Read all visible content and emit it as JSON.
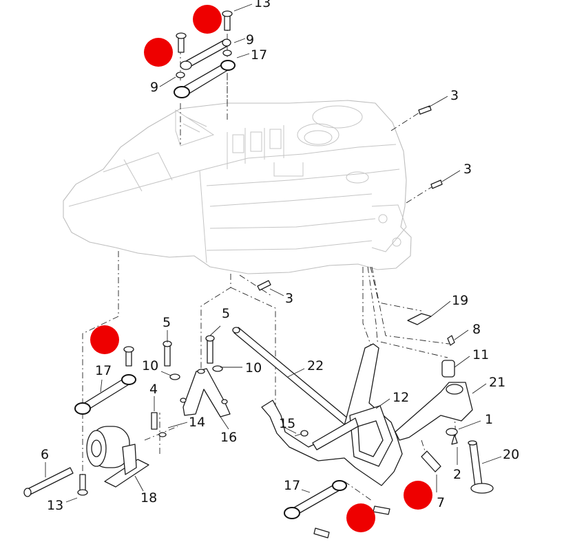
{
  "callouts": {
    "c13a": "13",
    "c9a": "9",
    "c17a": "17",
    "c9b": "9",
    "c3a": "3",
    "c3b": "3",
    "c3c": "3",
    "c19": "19",
    "c8": "8",
    "c11": "11",
    "c21": "21",
    "c1": "1",
    "c20": "20",
    "c2": "2",
    "c7": "7",
    "c12": "12",
    "c22": "22",
    "c15": "15",
    "c5a": "5",
    "c5b": "5",
    "c10a": "10",
    "c10b": "10",
    "c4": "4",
    "c14": "14",
    "c16": "16",
    "c17b": "17",
    "c6": "6",
    "c13b": "13",
    "c18": "18",
    "c17c": "17"
  },
  "colors": {
    "marker": "#ee0000",
    "line": "#1a1a1a",
    "frame": "#bdbdbd"
  },
  "markers": [
    "red-dot",
    "red-dot",
    "red-dot",
    "red-dot",
    "red-dot"
  ]
}
